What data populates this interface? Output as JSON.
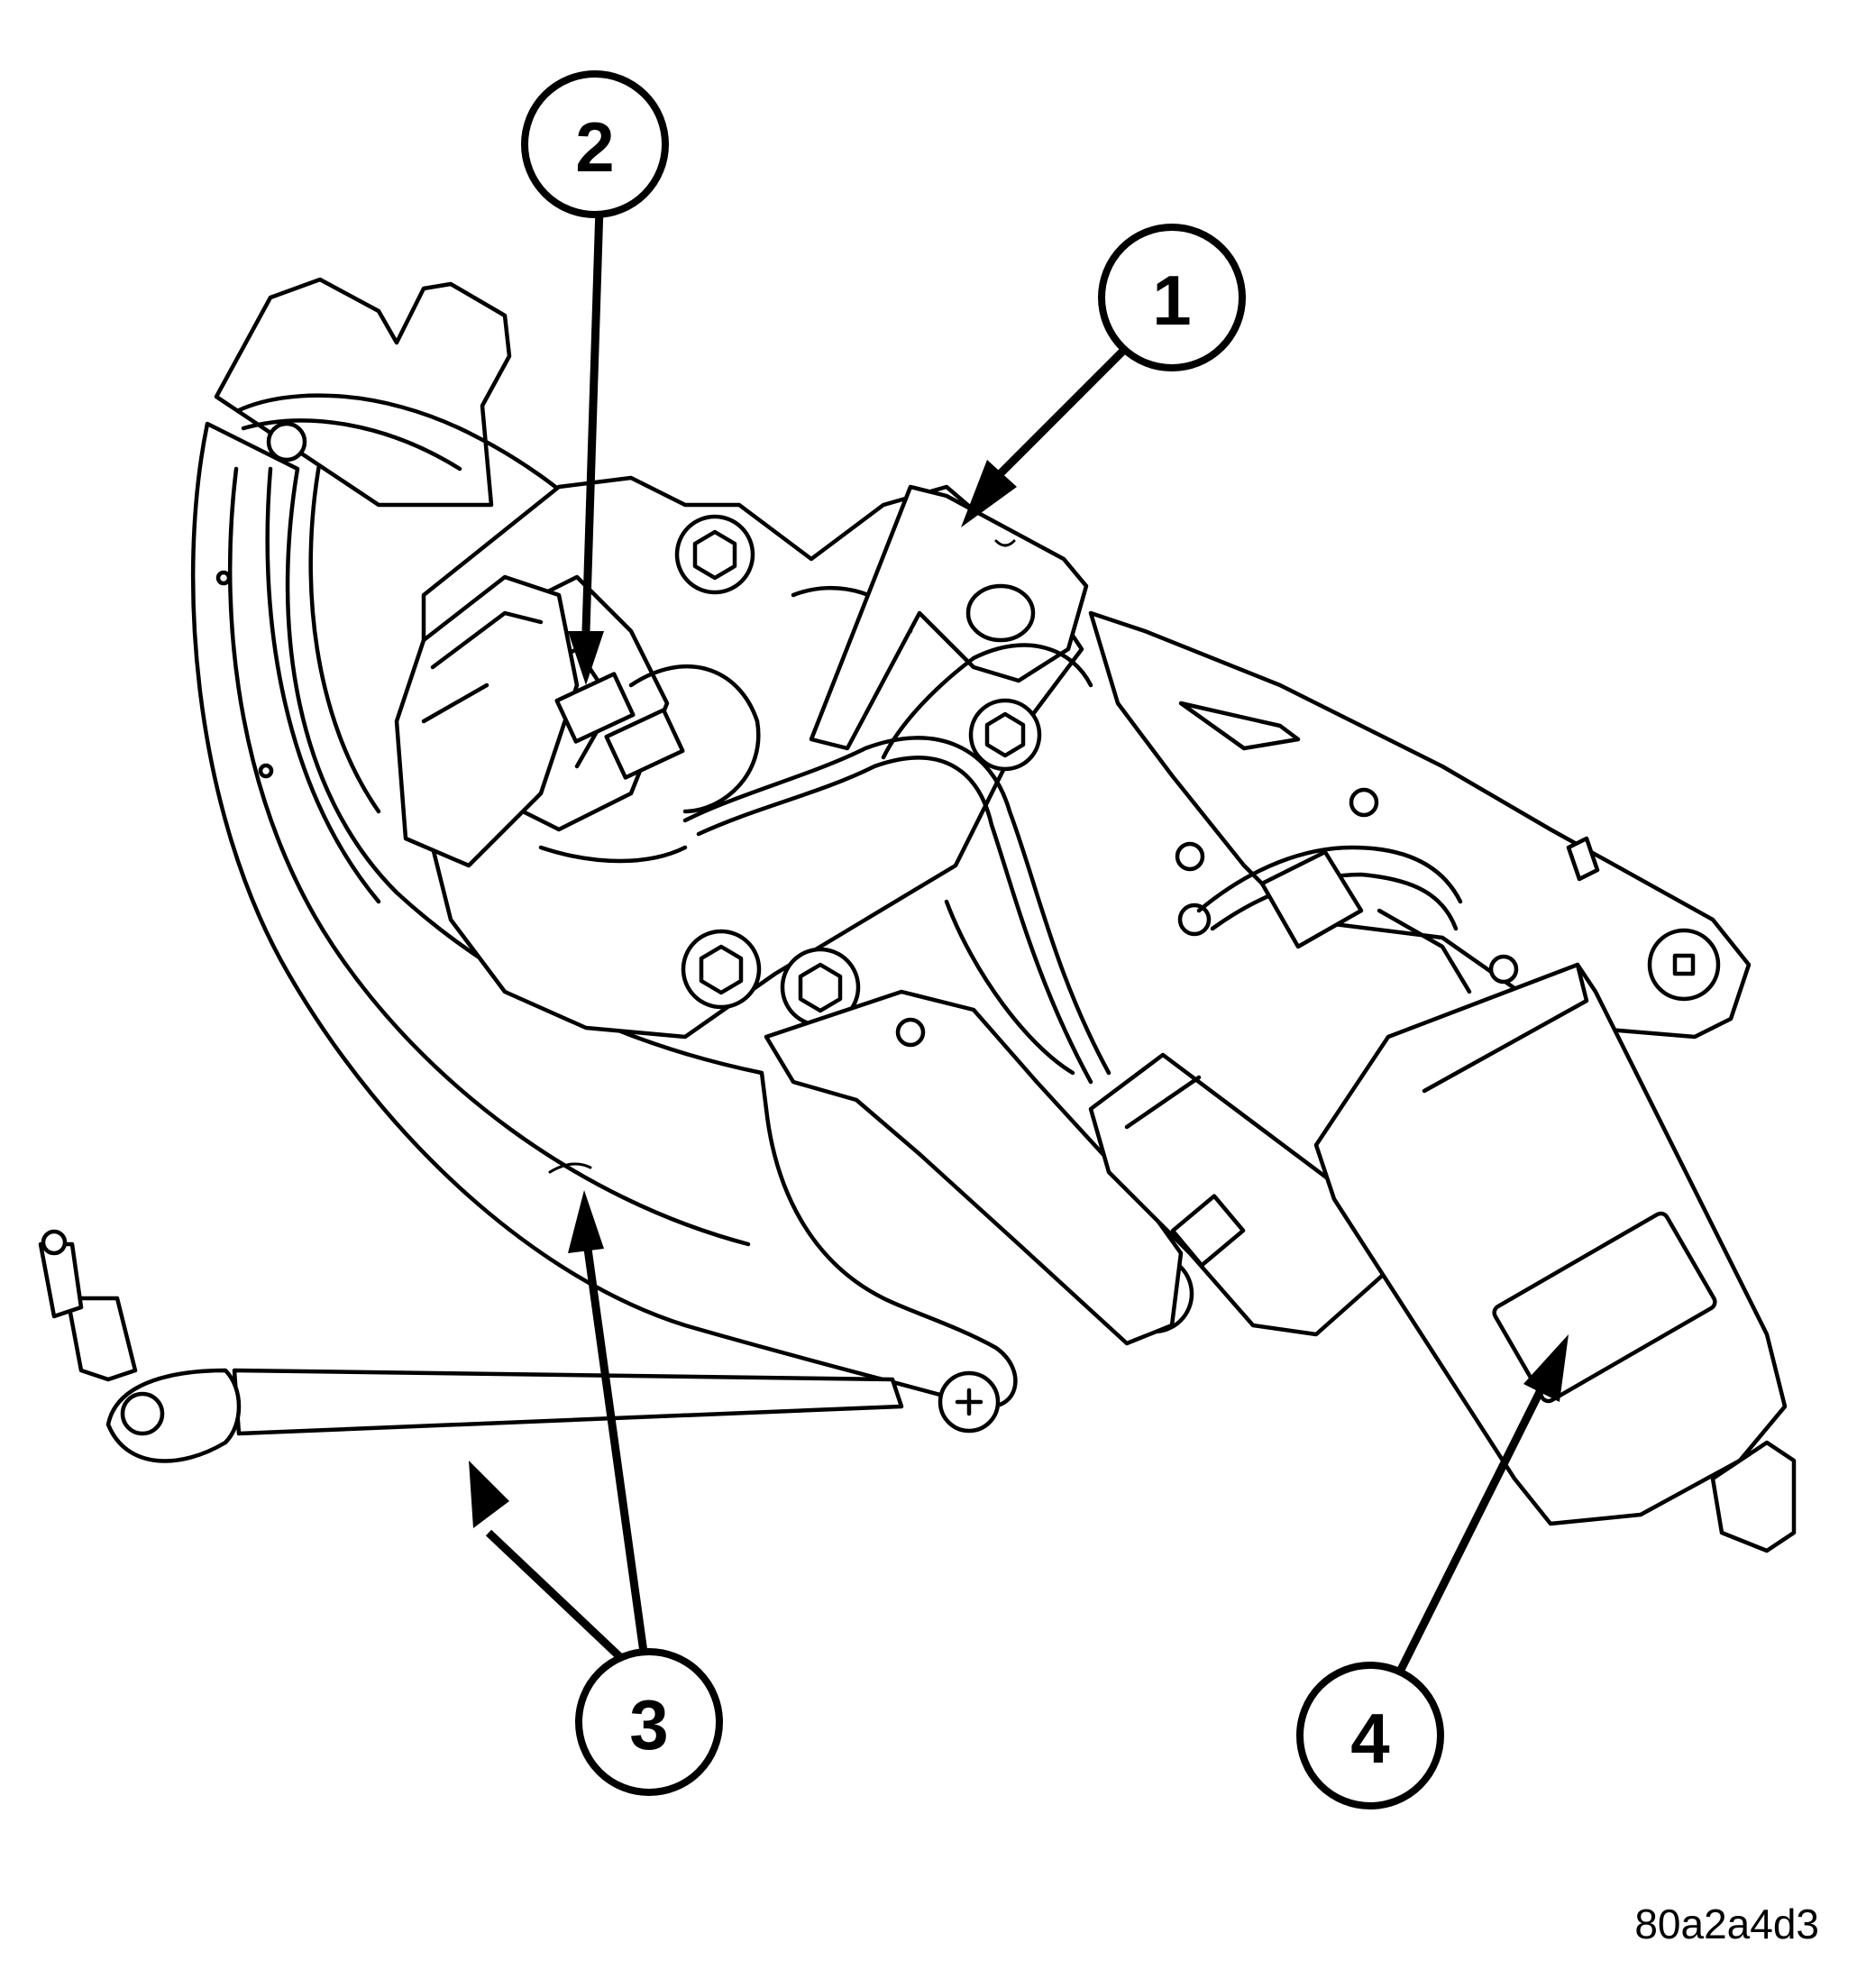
{
  "callouts": [
    {
      "id": "1",
      "label": "1"
    },
    {
      "id": "2",
      "label": "2"
    },
    {
      "id": "3",
      "label": "3"
    },
    {
      "id": "4",
      "label": "4"
    }
  ],
  "figure_id": "80a2a4d3",
  "colors": {
    "ink": "#000000",
    "paper": "#ffffff"
  }
}
